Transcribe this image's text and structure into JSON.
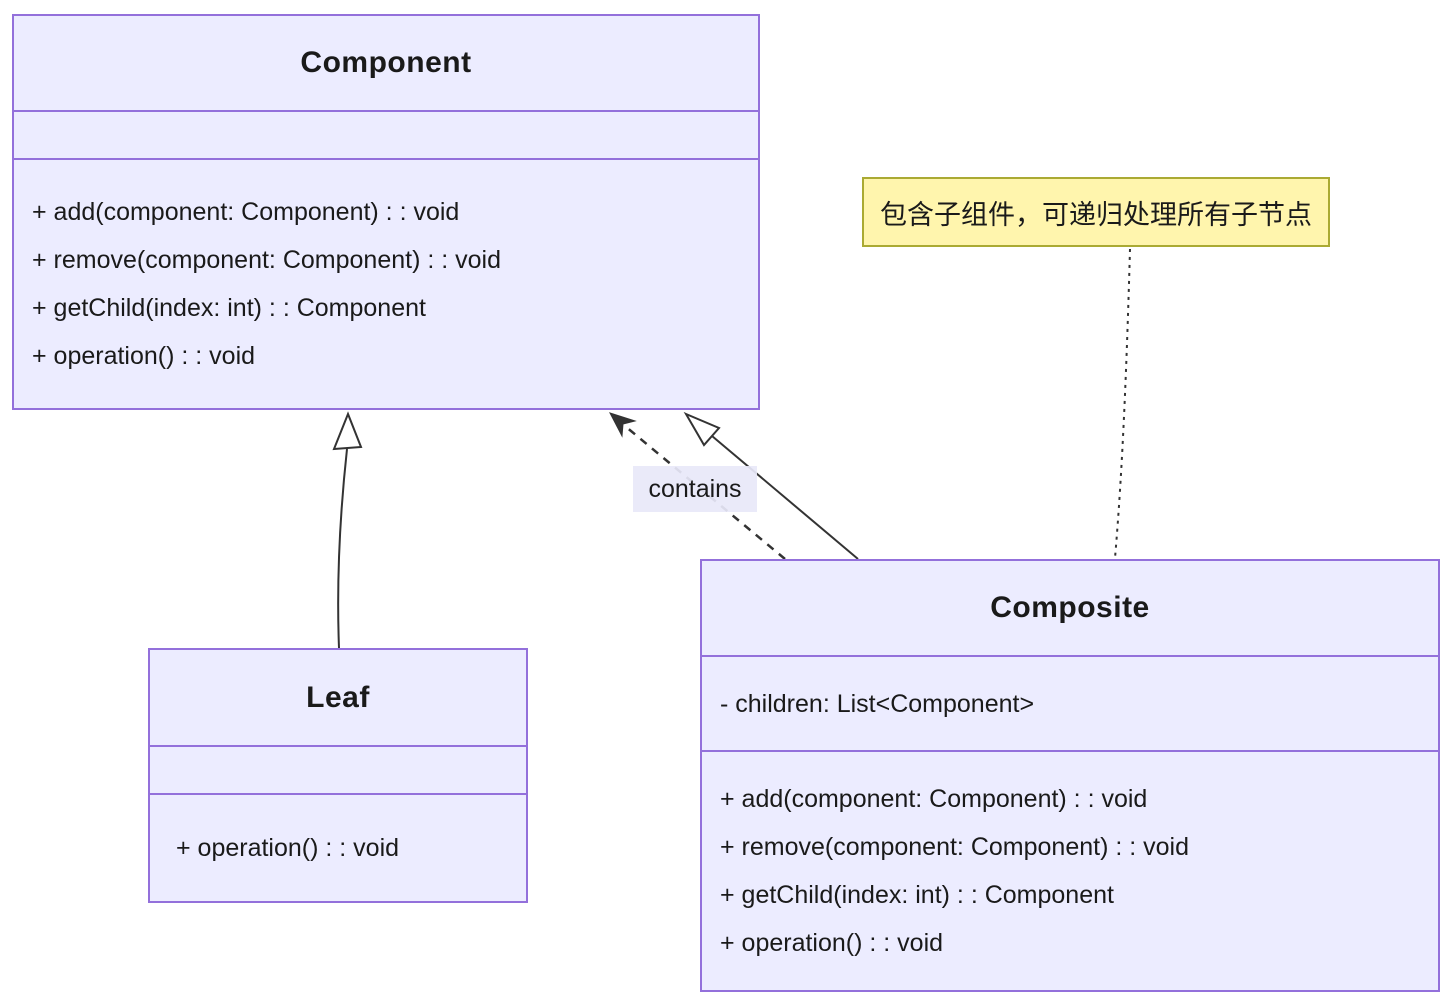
{
  "diagram_type": "uml-class-diagram",
  "classes": [
    {
      "name": "Component",
      "attributes": [],
      "methods": [
        "+ add(component: Component) : : void",
        "+ remove(component: Component) : : void",
        "+ getChild(index: int) : : Component",
        "+ operation() : : void"
      ]
    },
    {
      "name": "Leaf",
      "attributes": [],
      "methods": [
        "+ operation() : : void"
      ]
    },
    {
      "name": "Composite",
      "attributes": [
        "- children: List<Component>"
      ],
      "methods": [
        "+ add(component: Component) : : void",
        "+ remove(component: Component) : : void",
        "+ getChild(index: int) : : Component",
        "+ operation() : : void"
      ]
    }
  ],
  "note": {
    "text": "包含子组件，可递归处理所有子节点",
    "attached_to": "Composite"
  },
  "relationships": [
    {
      "from": "Leaf",
      "to": "Component",
      "type": "inheritance",
      "label": ""
    },
    {
      "from": "Composite",
      "to": "Component",
      "type": "inheritance",
      "label": ""
    },
    {
      "from": "Composite",
      "to": "Component",
      "type": "dashed-dependency",
      "label": "contains"
    }
  ],
  "colors": {
    "class_fill": "#ECECFF",
    "class_border": "#9370DB",
    "note_fill": "#FFF5AD",
    "note_border": "#AAAA33",
    "line": "#333333",
    "text": "#1A1A1A",
    "label_background": "#E8E8F8"
  }
}
